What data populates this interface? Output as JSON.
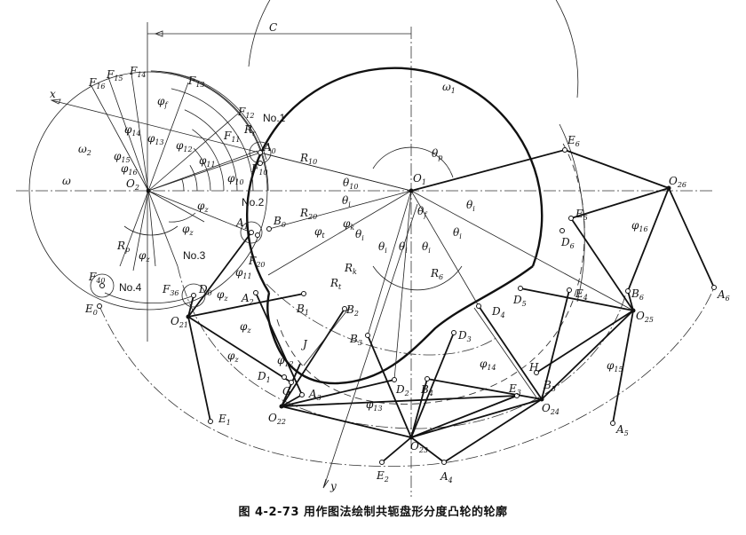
{
  "caption": "图 4-2-73   用作图法绘制共轭盘形分度凸轮的轮廓",
  "labels": {
    "C": {
      "t": "C"
    },
    "x": {
      "t": "x"
    },
    "y": {
      "t": "y"
    },
    "F16": {
      "t": "F",
      "s": "16"
    },
    "F15": {
      "t": "F",
      "s": "15"
    },
    "F14": {
      "t": "F",
      "s": "14"
    },
    "F13": {
      "t": "F",
      "s": "13"
    },
    "F12": {
      "t": "F",
      "s": "12"
    },
    "F11": {
      "t": "F",
      "s": "11"
    },
    "F10": {
      "t": "F",
      "s": "10"
    },
    "F20": {
      "t": "F",
      "s": "20"
    },
    "F36": {
      "t": "F",
      "s": "36"
    },
    "F40": {
      "t": "F",
      "s": "40"
    },
    "E0": {
      "t": "E",
      "s": "0"
    },
    "Rr": {
      "t": "R",
      "s": "r"
    },
    "R10": {
      "t": "R",
      "s": "10"
    },
    "R20": {
      "t": "R",
      "s": "20"
    },
    "Rk": {
      "t": "R",
      "s": "k"
    },
    "Rt": {
      "t": "R",
      "s": "t"
    },
    "R6": {
      "t": "R",
      "s": "6"
    },
    "Rp": {
      "t": "R",
      "s": "p"
    },
    "No1": {
      "t": "No.1",
      "plain": true
    },
    "No2": {
      "t": "No.2",
      "plain": true
    },
    "No3": {
      "t": "No.3",
      "plain": true
    },
    "No4": {
      "t": "No.4",
      "plain": true
    },
    "phi_f": {
      "t": "φ",
      "s": "f"
    },
    "phi14a": {
      "t": "φ",
      "s": "14"
    },
    "phi13a": {
      "t": "φ",
      "s": "13"
    },
    "phi12a": {
      "t": "φ",
      "s": "12"
    },
    "phi11a": {
      "t": "φ",
      "s": "11"
    },
    "phi10": {
      "t": "φ",
      "s": "10"
    },
    "phi15a": {
      "t": "φ",
      "s": "15"
    },
    "phi16a": {
      "t": "φ",
      "s": "16"
    },
    "omega2": {
      "t": "ω",
      "s": "2"
    },
    "omega": {
      "t": "ω"
    },
    "omega1": {
      "t": "ω",
      "s": "1"
    },
    "O2": {
      "t": "O",
      "s": "2"
    },
    "A0": {
      "t": "A",
      "s": "0"
    },
    "A1": {
      "t": "A",
      "s": "1"
    },
    "A2": {
      "t": "A",
      "s": "2"
    },
    "A3": {
      "t": "A",
      "s": "3"
    },
    "A4": {
      "t": "A",
      "s": "4"
    },
    "A5": {
      "t": "A",
      "s": "5"
    },
    "A6": {
      "t": "A",
      "s": "6"
    },
    "B0": {
      "t": "B",
      "s": "0"
    },
    "B1": {
      "t": "B",
      "s": "1"
    },
    "B2": {
      "t": "B",
      "s": "2"
    },
    "B3": {
      "t": "B",
      "s": "3"
    },
    "B4": {
      "t": "B",
      "s": "4"
    },
    "B5": {
      "t": "B",
      "s": "5"
    },
    "B6": {
      "t": "B",
      "s": "6"
    },
    "D0": {
      "t": "D",
      "s": "0"
    },
    "D1": {
      "t": "D",
      "s": "1"
    },
    "D2": {
      "t": "D",
      "s": "2"
    },
    "D3": {
      "t": "D",
      "s": "3"
    },
    "D4": {
      "t": "D",
      "s": "4"
    },
    "D5": {
      "t": "D",
      "s": "5"
    },
    "D6": {
      "t": "D",
      "s": "6"
    },
    "E1": {
      "t": "E",
      "s": "1"
    },
    "E2": {
      "t": "E",
      "s": "2"
    },
    "E3": {
      "t": "E",
      "s": "3"
    },
    "E4": {
      "t": "E",
      "s": "4"
    },
    "E5": {
      "t": "E",
      "s": "5"
    },
    "E6": {
      "t": "E",
      "s": "6"
    },
    "O1": {
      "t": "O",
      "s": "1"
    },
    "O21": {
      "t": "O",
      "s": "21"
    },
    "O22": {
      "t": "O",
      "s": "22"
    },
    "O23": {
      "t": "O",
      "s": "23"
    },
    "O24": {
      "t": "O",
      "s": "24"
    },
    "O25": {
      "t": "O",
      "s": "25"
    },
    "O26": {
      "t": "O",
      "s": "26"
    },
    "G": {
      "t": "G"
    },
    "J": {
      "t": "J"
    },
    "H": {
      "t": "H"
    },
    "theta10": {
      "t": "θ",
      "s": "10"
    },
    "theta_i1": {
      "t": "θ",
      "s": "i"
    },
    "theta_i2": {
      "t": "θ",
      "s": "i"
    },
    "theta_i3": {
      "t": "θ",
      "s": "i"
    },
    "theta_i4": {
      "t": "θ",
      "s": "i"
    },
    "theta_i5": {
      "t": "θ",
      "s": "i"
    },
    "theta_i6": {
      "t": "θ",
      "s": "i"
    },
    "theta_i7": {
      "t": "θ",
      "s": "i"
    },
    "theta_p": {
      "t": "θ",
      "s": "p"
    },
    "theta_f": {
      "t": "θ",
      "s": "f"
    },
    "phi_t": {
      "t": "φ",
      "s": "t"
    },
    "phi_k": {
      "t": "φ",
      "s": "k"
    },
    "phi_z1": {
      "t": "φ",
      "s": "z"
    },
    "phi_z2": {
      "t": "φ",
      "s": "z"
    },
    "phi_z3": {
      "t": "φ",
      "s": "z"
    },
    "phi_z4": {
      "t": "φ",
      "s": "z"
    },
    "phi_z5": {
      "t": "φ",
      "s": "z"
    },
    "phi_z6": {
      "t": "φ",
      "s": "z"
    },
    "phi11b": {
      "t": "φ",
      "s": "11"
    },
    "phi12b": {
      "t": "φ",
      "s": "12"
    },
    "phi13b": {
      "t": "φ",
      "s": "13"
    },
    "phi14b": {
      "t": "φ",
      "s": "14"
    },
    "phi15b": {
      "t": "φ",
      "s": "15"
    },
    "phi16b": {
      "t": "φ",
      "s": "16"
    }
  }
}
